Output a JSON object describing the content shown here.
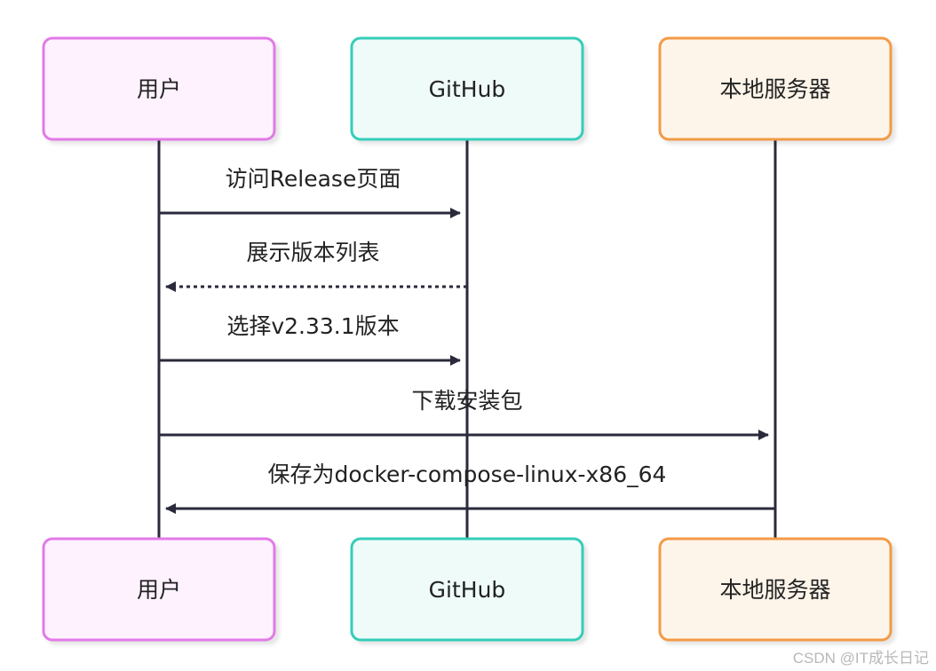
{
  "diagram": {
    "type": "sequence",
    "participants": [
      {
        "id": "user",
        "label": "用户",
        "border": "#e27ae8",
        "fill": "#fdf2fe"
      },
      {
        "id": "github",
        "label": "GitHub",
        "border": "#35cdb9",
        "fill": "#effbf9"
      },
      {
        "id": "server",
        "label": "本地服务器",
        "border": "#f39a47",
        "fill": "#fef5ea"
      }
    ],
    "messages": [
      {
        "from": "user",
        "to": "github",
        "label": "访问Release页面",
        "style": "solid"
      },
      {
        "from": "github",
        "to": "user",
        "label": "展示版本列表",
        "style": "dotted"
      },
      {
        "from": "user",
        "to": "github",
        "label": "选择v2.33.1版本",
        "style": "solid"
      },
      {
        "from": "user",
        "to": "server",
        "label": "下载安装包",
        "style": "solid"
      },
      {
        "from": "server",
        "to": "user",
        "label": "保存为docker-compose-linux-x86_64",
        "style": "solid"
      }
    ],
    "line_color": "#2a2a3c"
  },
  "watermark": "CSDN @IT成长日记"
}
